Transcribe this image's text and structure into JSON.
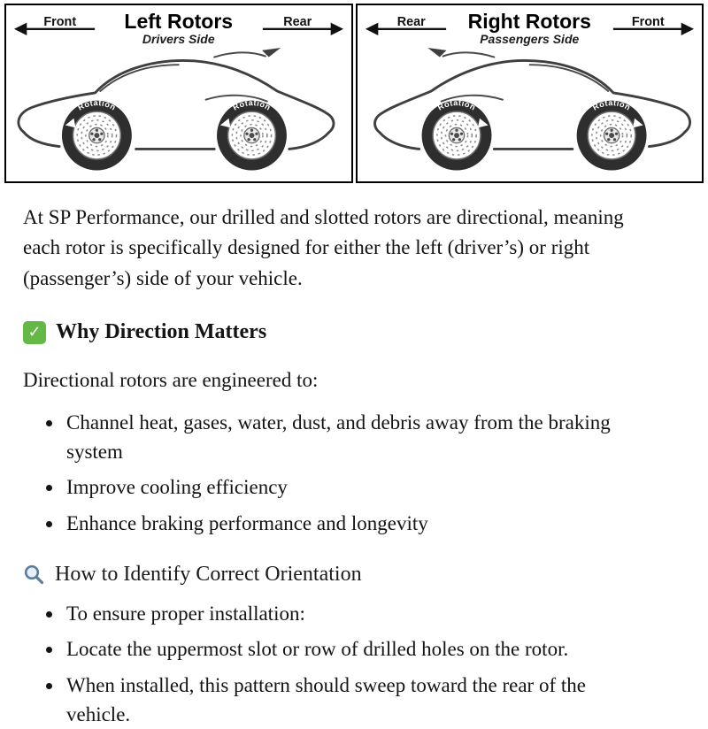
{
  "diagram": {
    "left_panel": {
      "front_arrow_label": "Front",
      "rear_arrow_label": "Rear",
      "title": "Left Rotors",
      "subtitle": "Drivers Side",
      "front_wheel_rotation_label": "Rotation",
      "rear_wheel_rotation_label": "Rotation"
    },
    "right_panel": {
      "rear_arrow_label": "Rear",
      "front_arrow_label": "Front",
      "title": "Right Rotors",
      "subtitle": "Passengers Side",
      "front_wheel_rotation_label": "Rotation",
      "rear_wheel_rotation_label": "Rotation"
    }
  },
  "content": {
    "intro": "At SP Performance, our drilled and slotted rotors are directional, meaning each rotor is specifically designed for either the left (driver’s) or right (passenger’s) side of your vehicle.",
    "why_direction_matters": {
      "icon_glyph": "✓",
      "title": "Why Direction Matters",
      "lead": "Directional rotors are engineered to:",
      "bullets": [
        "Channel heat, gases, water, dust, and debris away from the braking system",
        "Improve cooling efficiency",
        "Enhance braking performance and longevity"
      ]
    },
    "how_to_identify": {
      "title": "How to Identify Correct Orientation",
      "bullets": [
        "To ensure proper installation:",
        "Locate the uppermost slot or row of drilled holes on the rotor.",
        "When installed, this pattern should sweep toward the rear of the vehicle."
      ]
    }
  }
}
